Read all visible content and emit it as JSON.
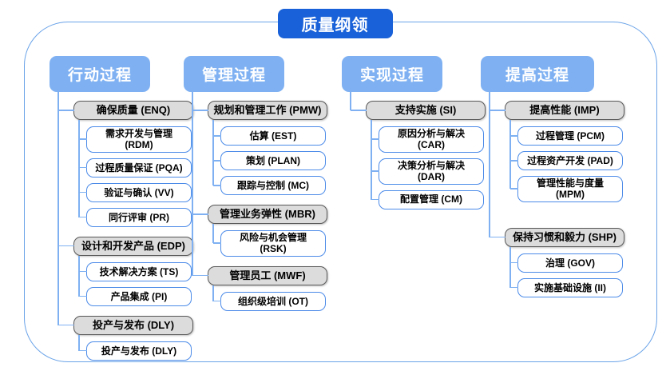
{
  "title": "质量纲领",
  "colors": {
    "title_bg": "#1961d8",
    "header_bg": "#7fb1f2",
    "connector": "#7fb1f2",
    "outer_border": "#6aa3e8",
    "gray_fill": "#dcdcdc",
    "gray_border": "#595959",
    "white_border": "#4c8be8"
  },
  "columns": [
    {
      "header": "行动过程",
      "groups": [
        {
          "label": "确保质量 (ENQ)",
          "children": [
            "需求开发与管理 (RDM)",
            "过程质量保证 (PQA)",
            "验证与确认 (VV)",
            "同行评审 (PR)"
          ]
        },
        {
          "label": "设计和开发产品 (EDP)",
          "children": [
            "技术解决方案 (TS)",
            "产品集成 (PI)"
          ]
        },
        {
          "label": "投产与发布 (DLY)",
          "children": [
            "投产与发布 (DLY)"
          ]
        }
      ]
    },
    {
      "header": "管理过程",
      "groups": [
        {
          "label": "规划和管理工作 (PMW)",
          "children": [
            "估算 (EST)",
            "策划 (PLAN)",
            "跟踪与控制 (MC)"
          ]
        },
        {
          "label": "管理业务弹性 (MBR)",
          "children": [
            "风险与机会管理 (RSK)"
          ]
        },
        {
          "label": "管理员工 (MWF)",
          "children": [
            "组织级培训 (OT)"
          ]
        }
      ]
    },
    {
      "header": "实现过程",
      "groups": [
        {
          "label": "支持实施 (SI)",
          "children": [
            "原因分析与解决 (CAR)",
            "决策分析与解决 (DAR)",
            "配置管理 (CM)"
          ]
        }
      ]
    },
    {
      "header": "提高过程",
      "groups": [
        {
          "label": "提高性能 (IMP)",
          "children": [
            "过程管理 (PCM)",
            "过程资产开发 (PAD)",
            "管理性能与度量\n(MPM)"
          ]
        },
        {
          "label": "保持习惯和毅力 (SHP)",
          "children": [
            "治理 (GOV)",
            "实施基础设施 (II)"
          ]
        }
      ]
    }
  ]
}
